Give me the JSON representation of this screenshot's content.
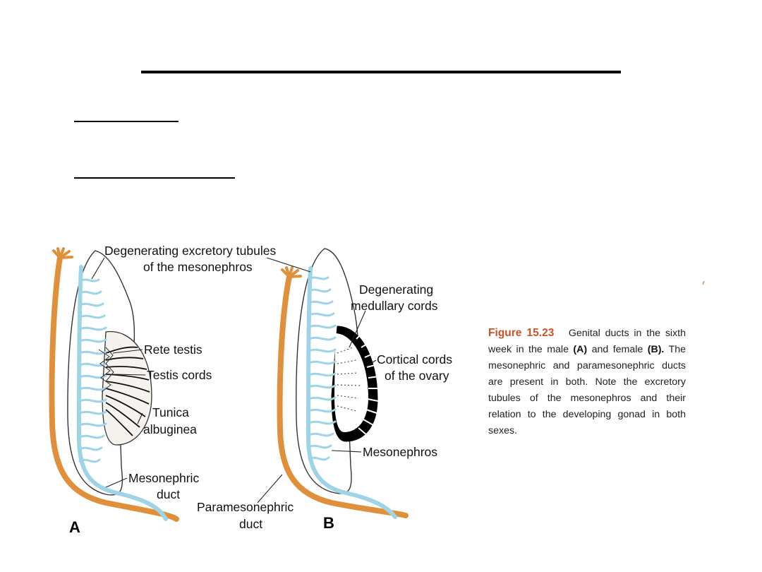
{
  "labels": {
    "degenerating_excretory_tubules_l1": "Degenerating excretory tubules",
    "degenerating_excretory_tubules_l2": "of the mesonephros",
    "rete_testis": "Rete testis",
    "testis_cords": "Testis cords",
    "tunica_albuginea_l1": "Tunica",
    "tunica_albuginea_l2": "albuginea",
    "mesonephric_duct_l1": "Mesonephric",
    "mesonephric_duct_l2": "duct",
    "paramesonephric_duct_l1": "Paramesonephric",
    "paramesonephric_duct_l2": "duct",
    "degenerating_medullary_cords_l1": "Degenerating",
    "degenerating_medullary_cords_l2": "medullary cords",
    "cortical_cords_l1": "Cortical cords",
    "cortical_cords_l2": "of the ovary",
    "mesonephros": "Mesonephros",
    "panel_a": "A",
    "panel_b": "B"
  },
  "caption": {
    "figure_number": "Figure 15.23",
    "text_1": "Genital ducts in the sixth week in the male",
    "bold_a": "(A)",
    "text_2": "and female",
    "bold_b": "(B).",
    "text_3": "The mesonephric and paramesonephric ducts are present in both. Note the excretory tubules of the mesonephros and their relation to the developing gonad in both sexes."
  },
  "colors": {
    "paramesonephric_duct": "#e0903a",
    "mesonephric_duct": "#9fd4e6",
    "caption_figure_number": "#c8532a",
    "background": "#ffffff"
  }
}
